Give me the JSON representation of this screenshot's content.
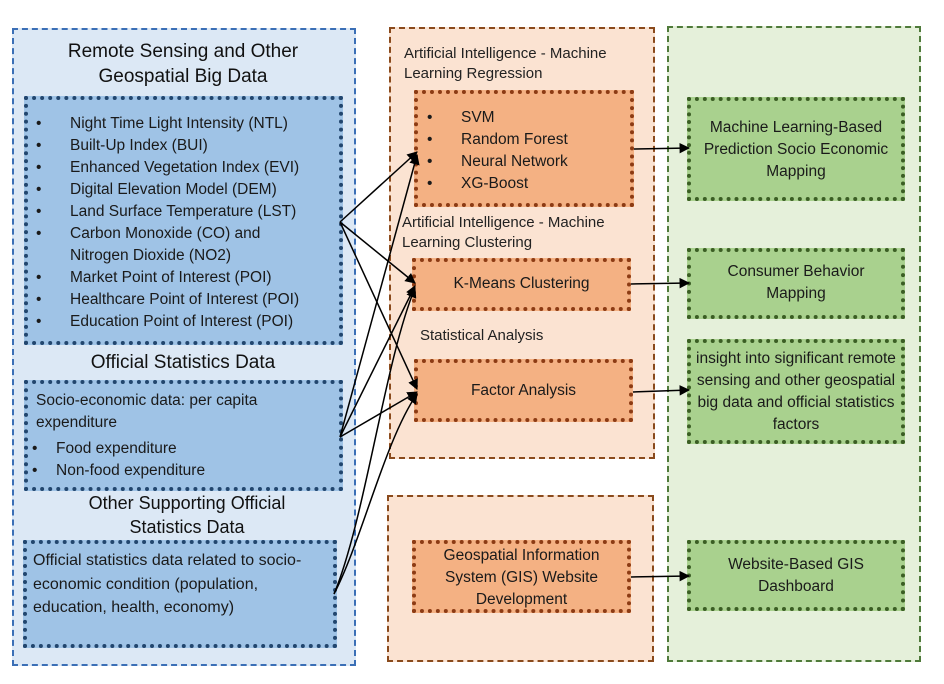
{
  "left": {
    "title_1": "Remote Sensing and Other Geospatial Big Data",
    "rs_items": [
      "Night Time Light Intensity (NTL)",
      "Built-Up Index (BUI)",
      "Enhanced Vegetation Index (EVI)",
      "Digital Elevation Model (DEM)",
      "Land Surface Temperature (LST)",
      "Carbon Monoxide (CO) and Nitrogen Dioxide (NO2)",
      "Market Point of Interest (POI)",
      "Healthcare Point of Interest (POI)",
      "Education Point of Interest (POI)"
    ],
    "title_2": "Official Statistics Data",
    "official_intro": "Socio-economic data: per capita expenditure",
    "official_items": [
      "Food expenditure",
      "Non-food expenditure"
    ],
    "title_3": "Other Supporting Official Statistics Data",
    "supporting_text": "Official statistics data related to socio-economic condition (population, education, health, economy)"
  },
  "middle": {
    "regression_title": "Artificial Intelligence - Machine Learning Regression",
    "regression_items": [
      "SVM",
      "Random Forest",
      "Neural Network",
      "XG-Boost"
    ],
    "clustering_title": "Artificial Intelligence - Machine Learning Clustering",
    "clustering_box": "K-Means Clustering",
    "statistical_title": "Statistical Analysis",
    "factor_box": "Factor Analysis",
    "gis_box": "Geospatial Information System (GIS) Website Development"
  },
  "right": {
    "out_1": "Machine Learning-Based Prediction Socio Economic Mapping",
    "out_2": "Consumer Behavior Mapping",
    "out_3": "insight into significant remote sensing and other geospatial big data and official statistics factors",
    "out_4": "Website-Based GIS Dashboard"
  },
  "colors": {
    "blue_panel": "#dce8f5",
    "blue_box": "#9fc3e6",
    "orange_panel": "#fbe3d2",
    "orange_box": "#f4b183",
    "green_panel": "#e5f0da",
    "green_box": "#a9d18e"
  },
  "bullet_glyph": "•"
}
